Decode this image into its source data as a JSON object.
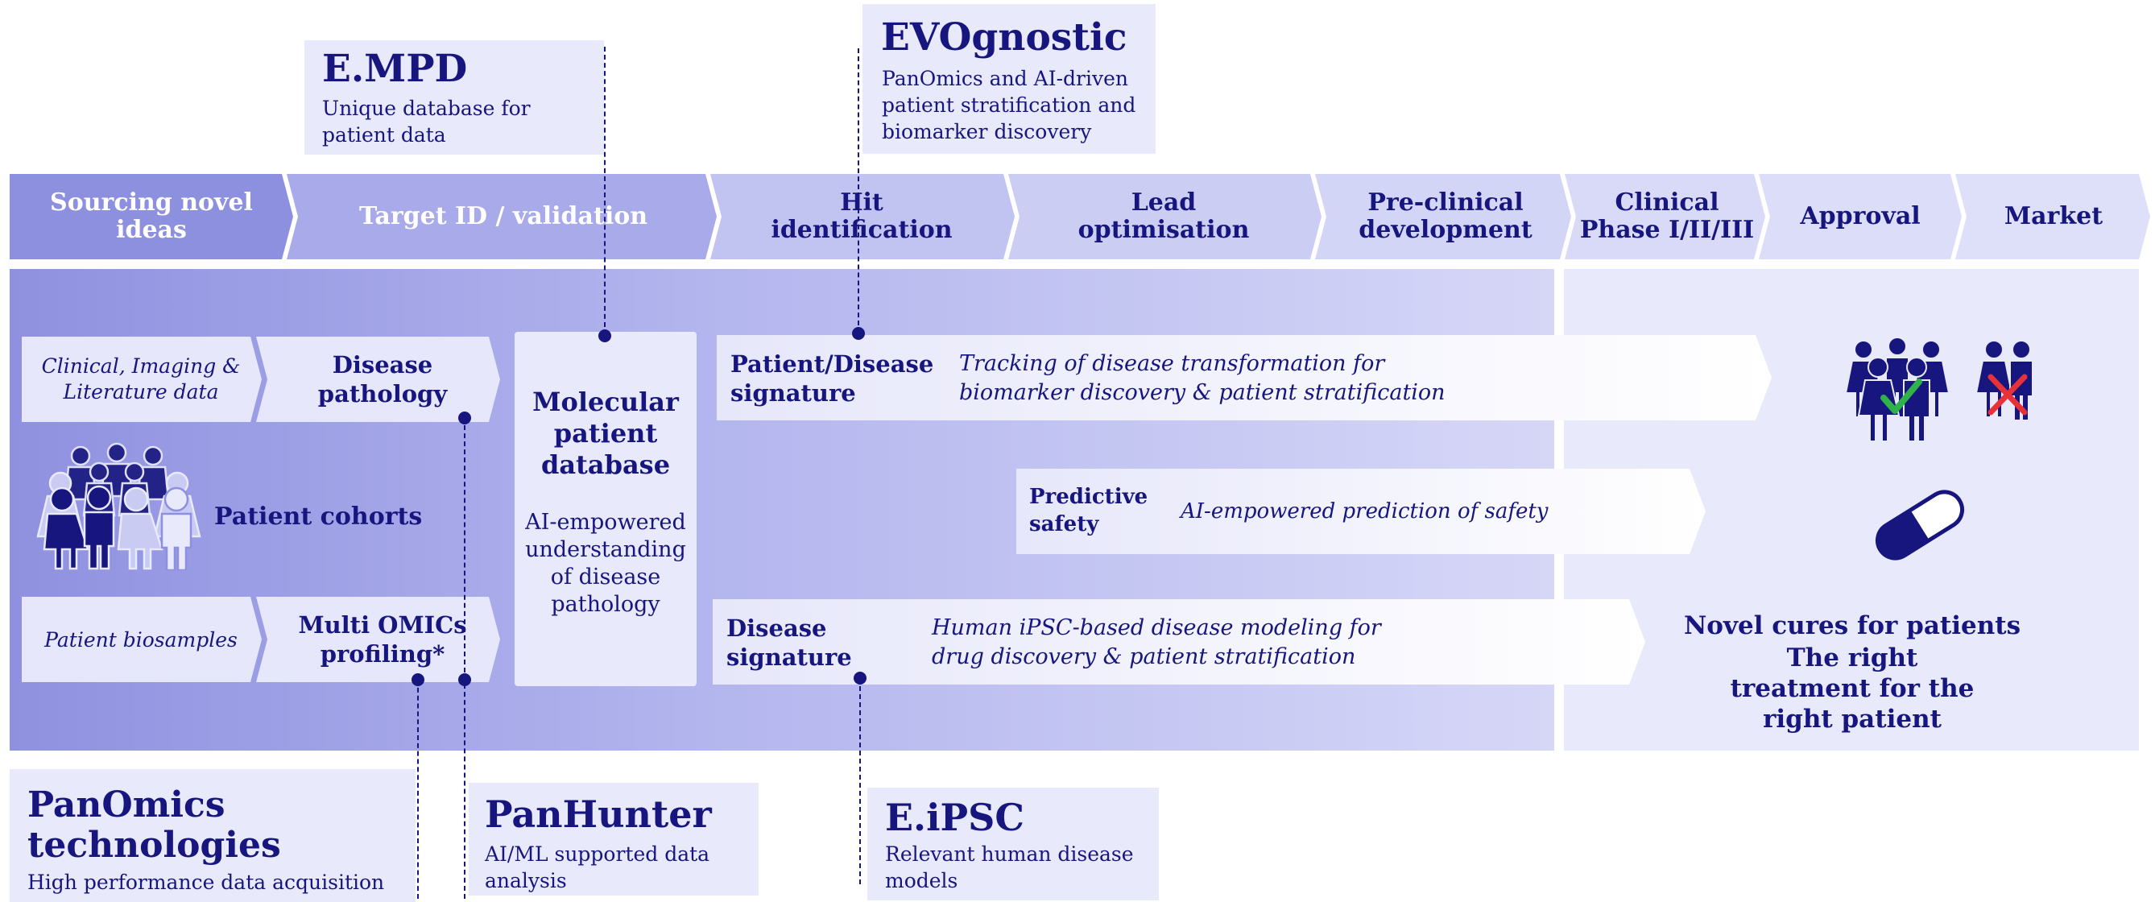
{
  "callouts": {
    "empd": {
      "title": "E.MPD",
      "subtitle": "Unique database for patient data"
    },
    "evognostic": {
      "title": "EVOgnostic",
      "subtitle": "PanOmics and AI-driven patient stratification and biomarker discovery"
    },
    "panomics": {
      "title": "PanOmics technologies",
      "subtitle": "High performance data acquisition"
    },
    "panhunter": {
      "title": "PanHunter",
      "subtitle": "AI/ML supported data analysis"
    },
    "eipsc": {
      "title": "E.iPSC",
      "subtitle": "Relevant human disease models"
    }
  },
  "stages": [
    "Sourcing novel ideas",
    "Target ID / validation",
    "Hit identification",
    "Lead optimisation",
    "Pre-clinical development",
    "Clinical Phase I/II/III",
    "Approval",
    "Market"
  ],
  "left": {
    "clinical_data": "Clinical, Imaging & Literature data",
    "disease_pathology": "Disease pathology",
    "patient_cohorts": "Patient cohorts",
    "patient_biosamples": "Patient biosamples",
    "multi_omics": "Multi OMICs profiling*"
  },
  "molecular_db": {
    "title": "Molecular patient database",
    "description": "AI-empowered understanding of disease pathology"
  },
  "arrows": {
    "patient_signature": {
      "label": "Patient/Disease signature",
      "description": "Tracking of disease transformation for biomarker discovery & patient stratification"
    },
    "predictive_safety": {
      "label": "Predictive safety",
      "description": "AI-empowered prediction of safety"
    },
    "disease_signature": {
      "label": "Disease signature",
      "description": "Human iPSC-based disease modeling for drug discovery & patient stratification"
    }
  },
  "outcome": {
    "line1": "Novel cures for patients",
    "line2": "The right treatment for the right patient"
  },
  "icons": [
    "people-group-icon",
    "patients-check-icon",
    "patients-cross-icon",
    "pill-capsule-icon"
  ],
  "colors": {
    "navy": "#16167e",
    "stage_dark": "#8d8fdf",
    "stage_light": "#d3d5f6",
    "panel_left": "#9597e2",
    "panel_right": "#e8e9fa",
    "callout_bg": "#e8e9fa",
    "check_green": "#2fb24a",
    "cross_red": "#e8323a"
  }
}
